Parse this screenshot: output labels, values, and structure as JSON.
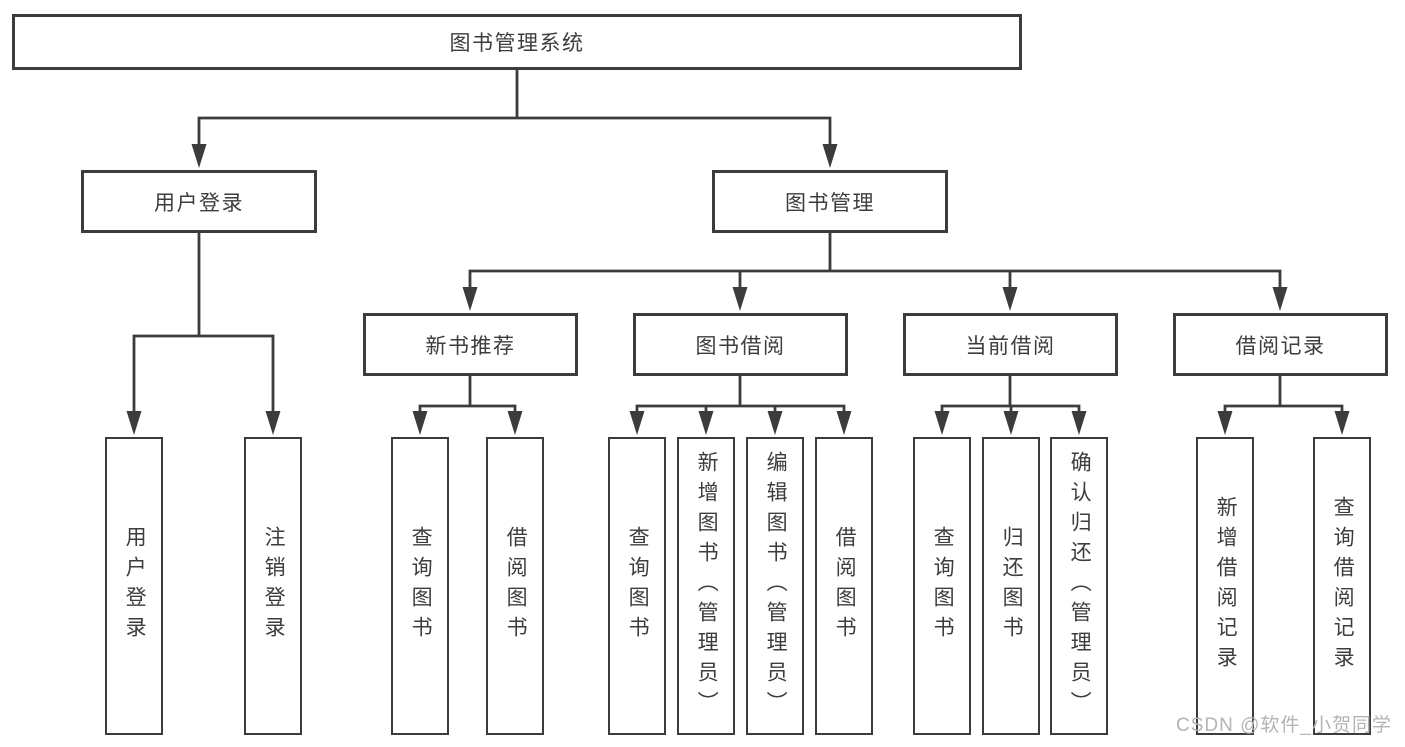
{
  "tree": {
    "root": "图书管理系统",
    "branches": [
      {
        "label": "用户登录",
        "children": [
          "用户登录",
          "注销登录"
        ]
      },
      {
        "label": "图书管理",
        "children": [
          {
            "label": "新书推荐",
            "children": [
              "查询图书",
              "借阅图书"
            ]
          },
          {
            "label": "图书借阅",
            "children": [
              "查询图书",
              "新增图书（管理员）",
              "编辑图书（管理员）",
              "借阅图书"
            ]
          },
          {
            "label": "当前借阅",
            "children": [
              "查询图书",
              "归还图书",
              "确认归还（管理员）"
            ]
          },
          {
            "label": "借阅记录",
            "children": [
              "新增借阅记录",
              "查询借阅记录"
            ]
          }
        ]
      }
    ]
  },
  "watermark": {
    "text": "CSDN @软件_小贺同学"
  },
  "colors": {
    "line": "#3c3c3c",
    "text": "#3d3d3d",
    "box_background": "#ffffff",
    "watermark": "#b4b4b4",
    "background": "#ffffff"
  }
}
